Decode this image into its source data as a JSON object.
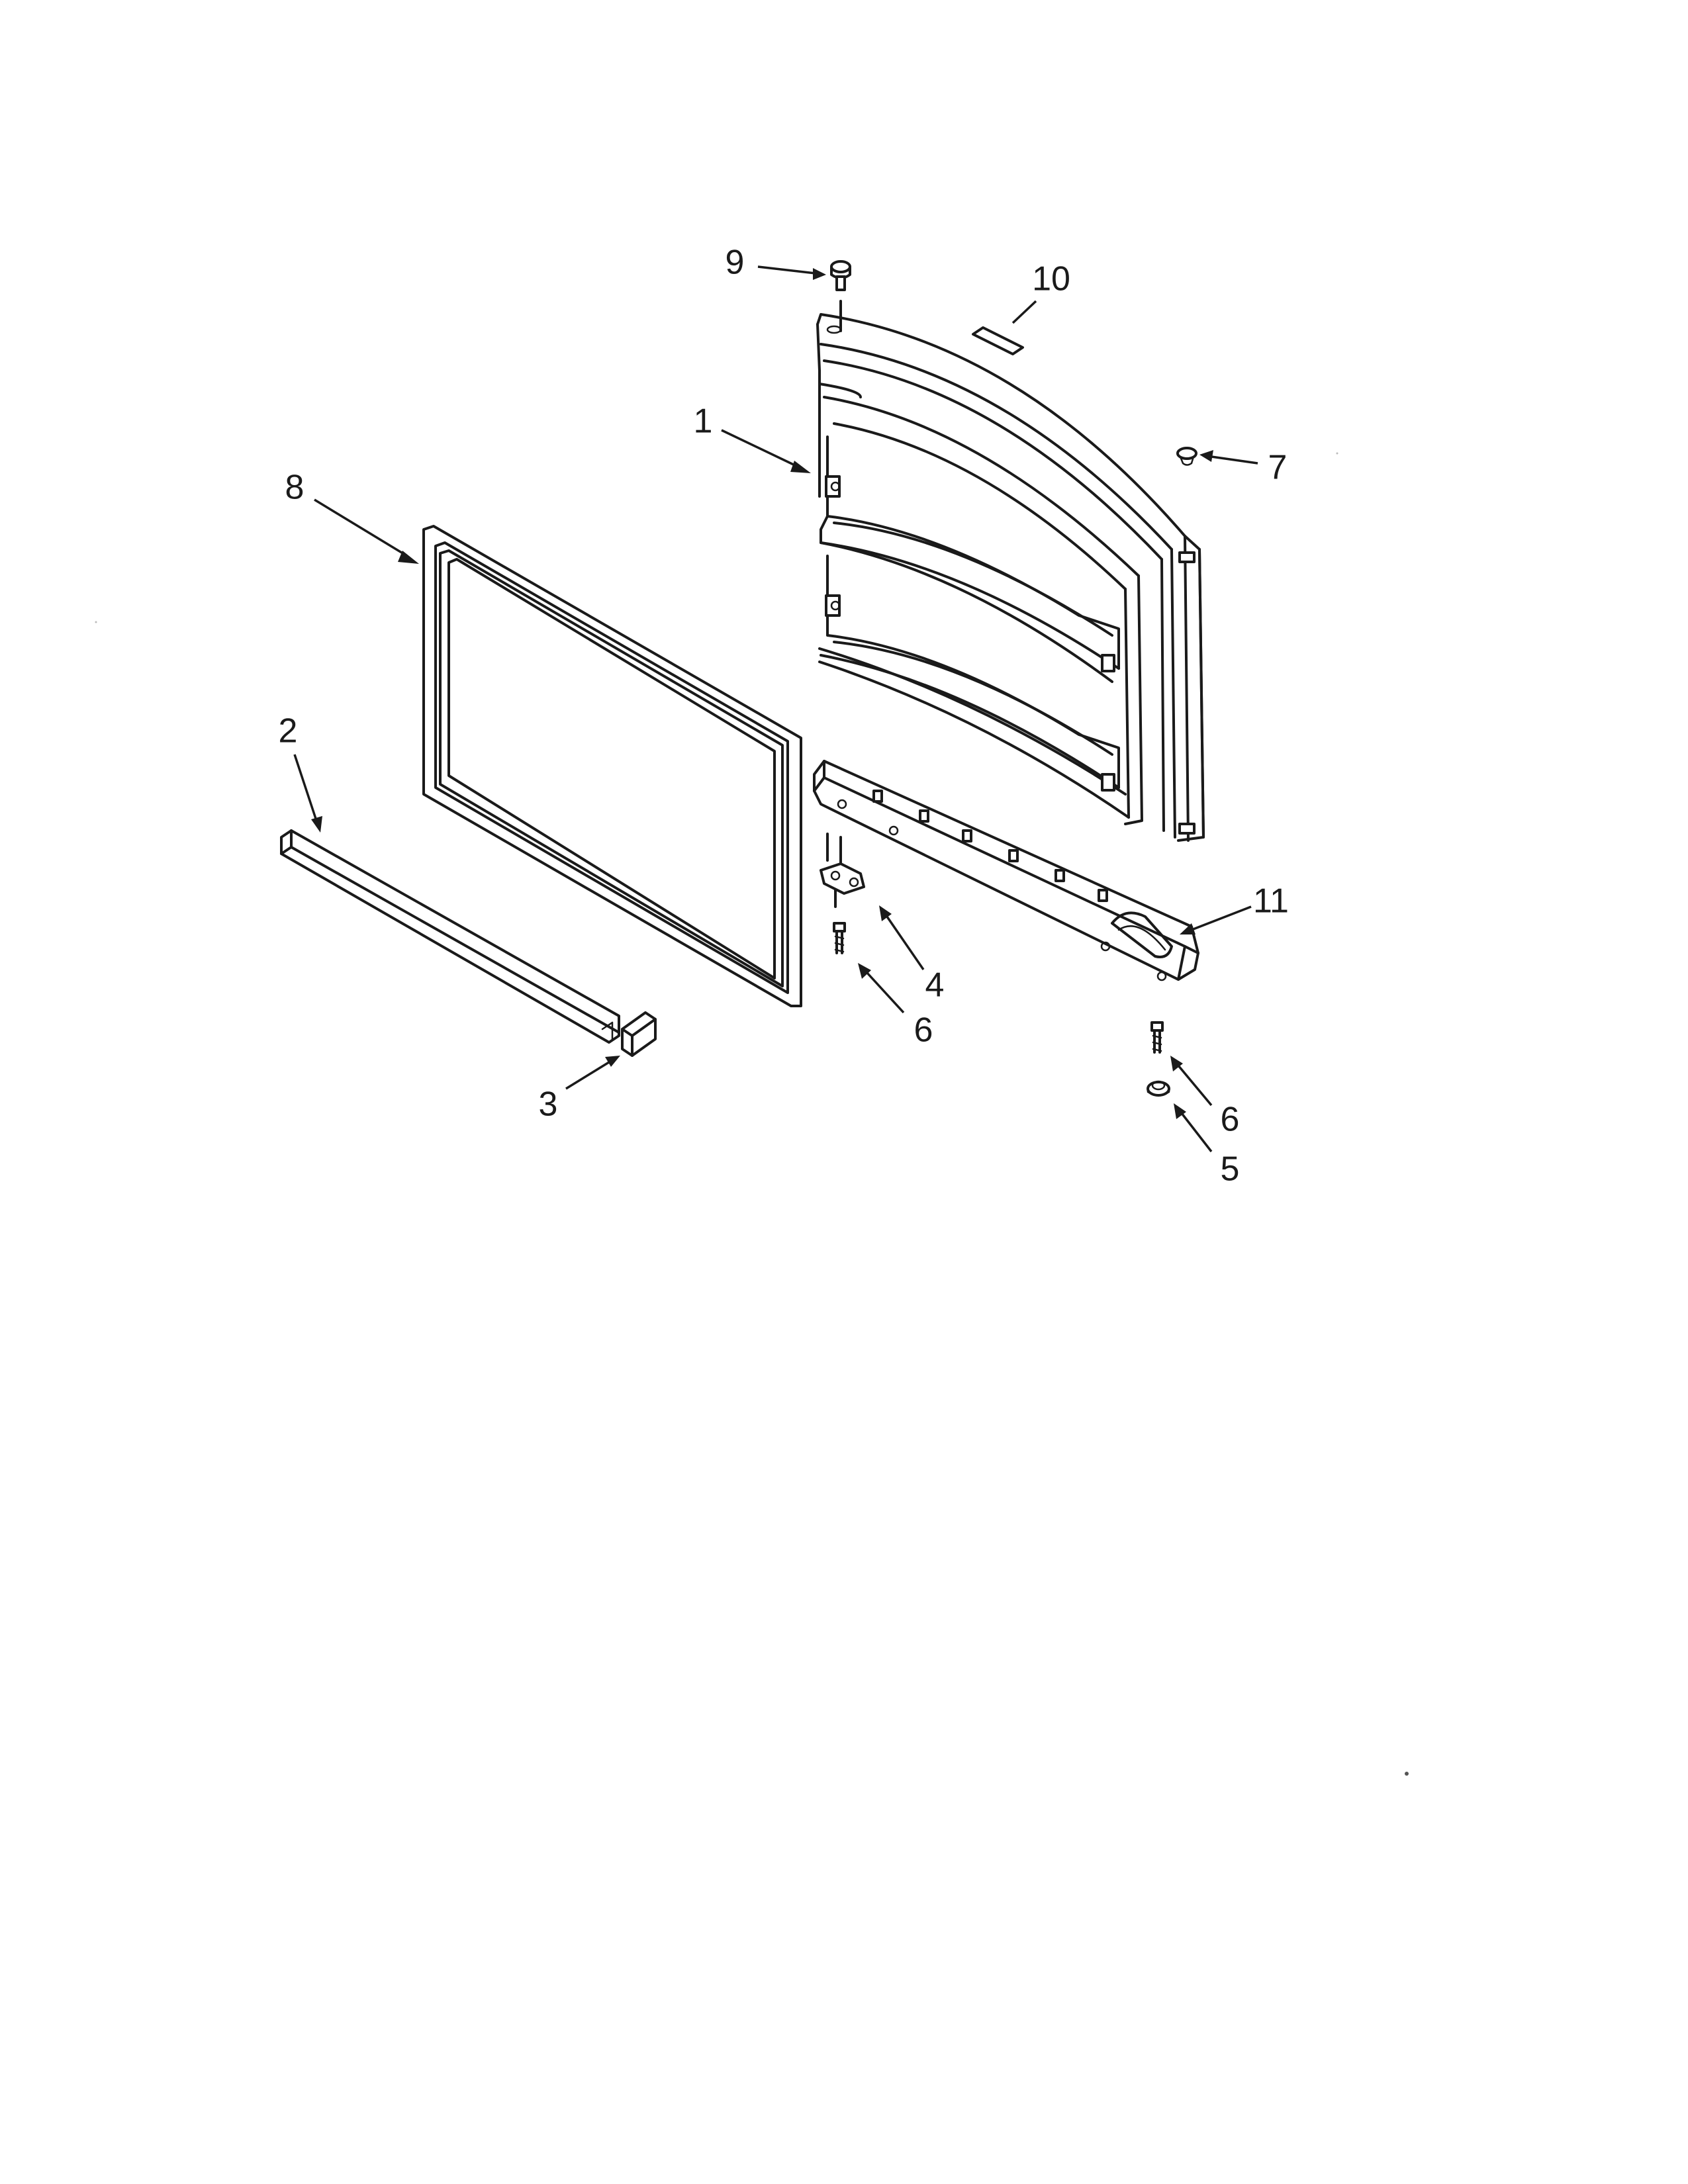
{
  "callouts": {
    "c1": "1",
    "c2": "2",
    "c3": "3",
    "c4": "4",
    "c5": "5",
    "c6a": "6",
    "c6b": "6",
    "c7": "7",
    "c8": "8",
    "c9": "9",
    "c10": "10",
    "c11": "11"
  },
  "colors": {
    "ink": "#1a1a1a",
    "paper": "#ffffff"
  }
}
